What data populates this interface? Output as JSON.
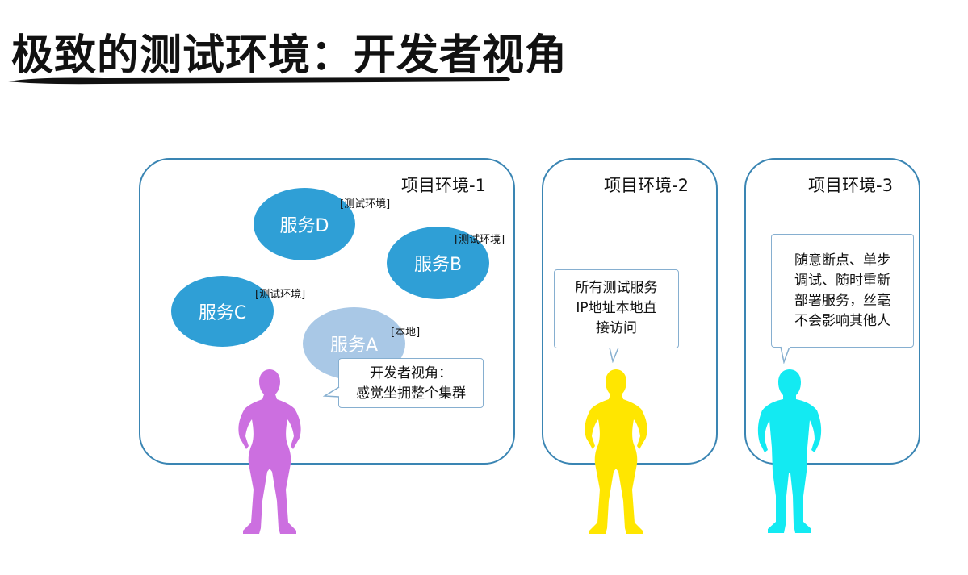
{
  "title": "极致的测试环境：开发者视角",
  "environments": [
    {
      "label": "项目环境-1"
    },
    {
      "label": "项目环境-2"
    },
    {
      "label": "项目环境-3"
    }
  ],
  "services": [
    {
      "name": "服务D",
      "tag": "[测试环境]",
      "color": "#2f9fd6"
    },
    {
      "name": "服务B",
      "tag": "[测试环境]",
      "color": "#2f9fd6"
    },
    {
      "name": "服务C",
      "tag": "[测试环境]",
      "color": "#2f9fd6"
    },
    {
      "name": "服务A",
      "tag": "[本地]",
      "color": "#a9c8e6"
    }
  ],
  "bubbles": [
    {
      "lines": [
        "开发者视角：",
        "感觉坐拥整个集群"
      ]
    },
    {
      "lines": [
        "所有测试服务",
        "IP地址本地直",
        "接访问"
      ]
    },
    {
      "lines": [
        "随意断点、单步",
        "调试、随时重新",
        "部署服务，丝毫",
        "不会影响其他人"
      ]
    }
  ],
  "people": [
    {
      "icon": "woman-silhouette-icon",
      "color": "#cc6fe0"
    },
    {
      "icon": "woman-silhouette-icon",
      "color": "#ffe600"
    },
    {
      "icon": "man-silhouette-icon",
      "color": "#13eaf2"
    }
  ]
}
